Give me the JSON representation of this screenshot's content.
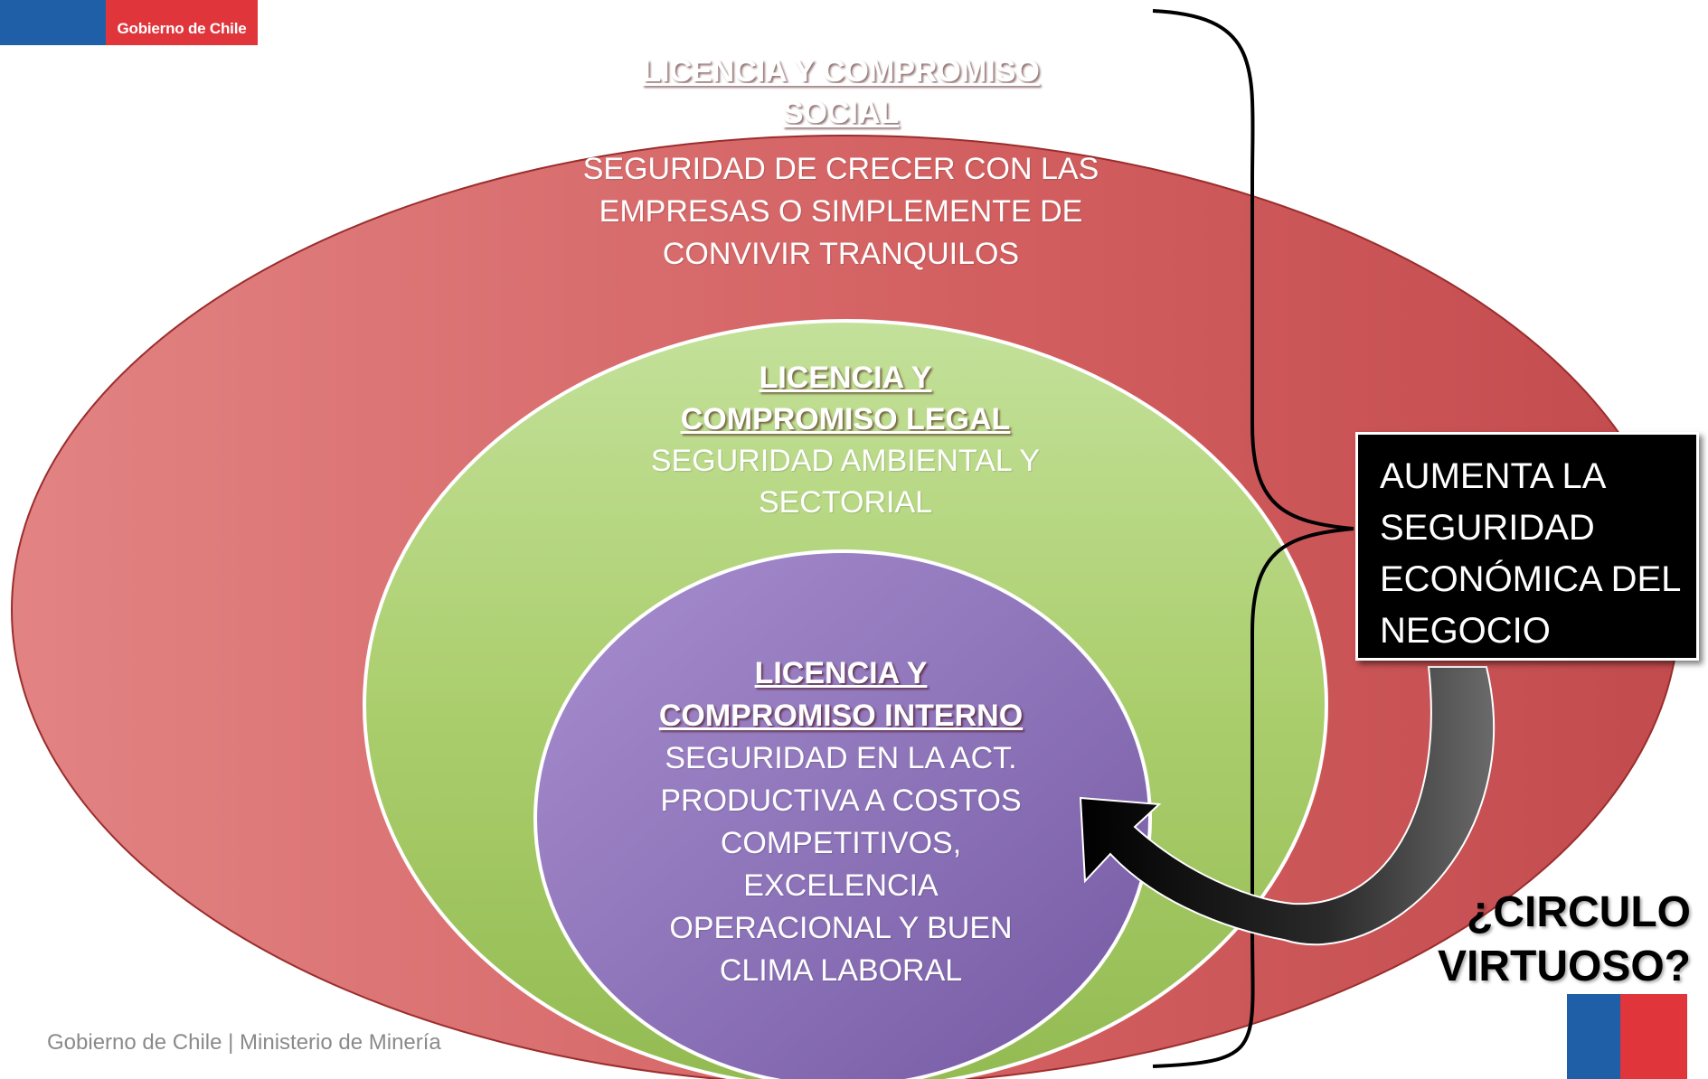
{
  "header": {
    "logo_text": "Gobierno de Chile"
  },
  "diagram": {
    "outer": {
      "title_line1": "LICENCIA Y COMPROMISO",
      "title_line2": "SOCIAL",
      "body": [
        "SEGURIDAD DE CRECER CON LAS",
        "EMPRESAS  O SIMPLEMENTE  DE",
        "CONVIVIR TRANQUILOS"
      ]
    },
    "middle": {
      "title_line1": "LICENCIA Y",
      "title_line2": "COMPROMISO LEGAL",
      "body": [
        "SEGURIDAD AMBIENTAL Y",
        "SECTORIAL"
      ]
    },
    "inner": {
      "title_line1": "LICENCIA Y",
      "title_line2": "COMPROMISO INTERNO",
      "body": [
        "SEGURIDAD EN LA ACT.",
        "PRODUCTIVA A COSTOS",
        "COMPETITIVOS,",
        "EXCELENCIA",
        "OPERACIONAL Y  BUEN",
        "CLIMA LABORAL"
      ]
    },
    "callout": {
      "lines": [
        "AUMENTA LA",
        "SEGURIDAD",
        "ECONÓMICA DEL",
        "NEGOCIO"
      ]
    },
    "question": {
      "line1": "¿CIRCULO",
      "line2": "VIRTUOSO?"
    }
  },
  "footer": {
    "text": "Gobierno de Chile | Ministerio de Minería"
  },
  "colors": {
    "outer": "#d2555a",
    "middle": "#a8cd6a",
    "inner": "#8a70b8",
    "logo_blue": "#1f5fa8",
    "logo_red": "#e0353b"
  }
}
